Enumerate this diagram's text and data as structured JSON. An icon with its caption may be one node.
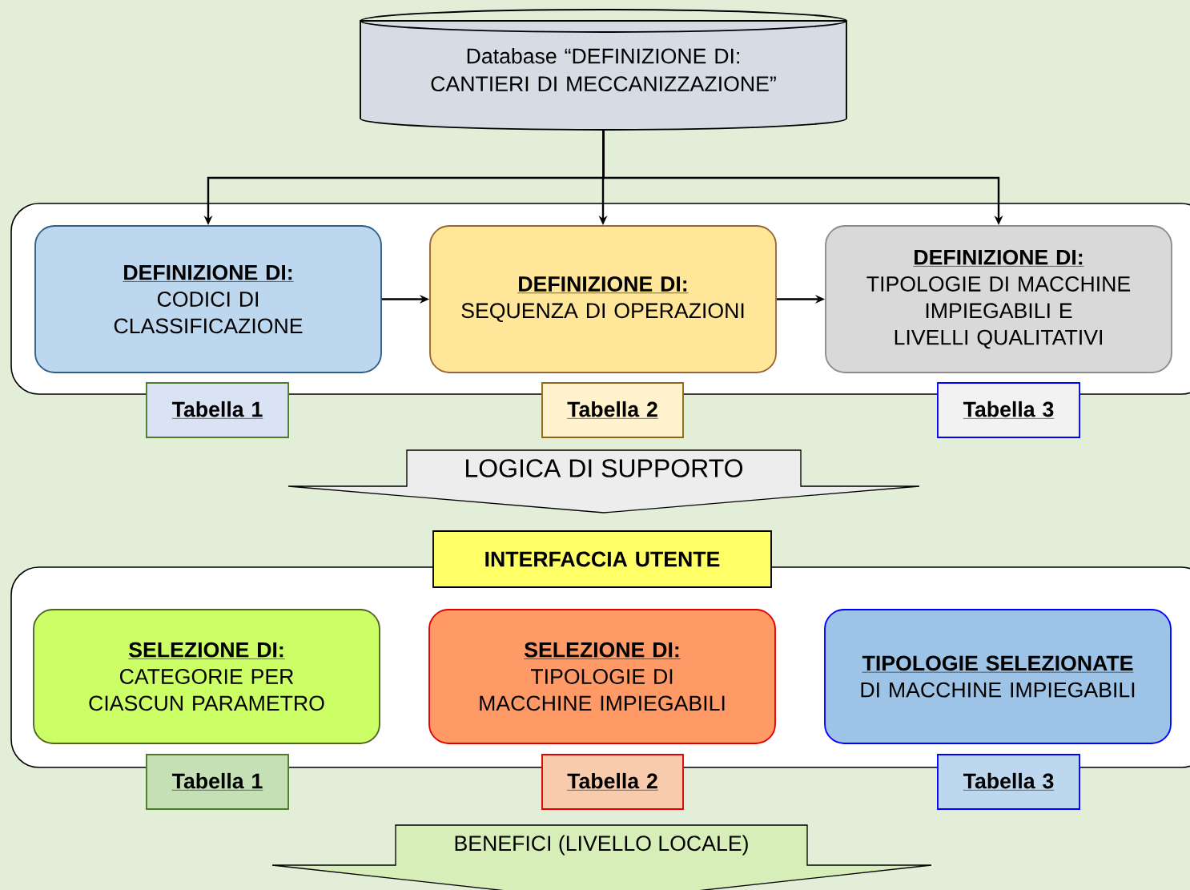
{
  "diagram": {
    "nodes": [
      {
        "text": [
          "Database “DEFINIZIONE DI: CANTIERI DI MECCANIZZAZIONE”"
        ]
      },
      {
        "text": [],
        "shape": "box"
      },
      {
        "text": [
          "DEFINIZIONE DI:",
          "CODICI DI CLASSIFICAZIONE"
        ],
        "in": 1
      },
      {
        "text": [
          "DEFINIZIONE DI:",
          "SEQUENZA DI OPERAZIONI"
        ],
        "in": 1
      },
      {
        "text": [
          "DEFINIZIONE DI:",
          "TIPOLOGIE DI MACCHINE IMPIEGABILI E LIVELLI QUALITATIVI"
        ],
        "in": 1
      },
      {
        "text": [
          "Tabella 1"
        ]
      },
      {
        "text": [
          "Tabella 2"
        ]
      },
      {
        "text": [
          "Tabella 3"
        ]
      },
      {
        "text": [
          "LOGICA DI SUPPORTO"
        ]
      },
      {
        "text": [
          "INTERFACCIA UTENTE"
        ]
      },
      {
        "text": [],
        "shape": "box"
      },
      {
        "text": [
          "SELEZIONE DI:",
          "CATEGORIE PER CIASCUN PARAMETRO"
        ],
        "in": 10
      },
      {
        "text": [
          "SELEZIONE DI:",
          "TIPOLOGIE DI MACCHINE IMPIEGABILI"
        ],
        "in": 10
      },
      {
        "text": [
          "TIPOLOGIE SELEZIONATE",
          "DI MACCHINE IMPIEGABILI"
        ],
        "in": 10
      },
      {
        "text": [
          "Tabella 1"
        ]
      },
      {
        "text": [
          "Tabella 2"
        ]
      },
      {
        "text": [
          "Tabella 3"
        ]
      },
      {
        "text": [
          "BENEFICI (LIVELLO LOCALE)"
        ]
      }
    ],
    "edges": [
      {
        "from": 0,
        "to": 2,
        "arrow": "to"
      },
      {
        "from": 0,
        "to": 3,
        "arrow": "to"
      },
      {
        "from": 0,
        "to": 4,
        "arrow": "to"
      },
      {
        "from": 2,
        "to": 3,
        "arrow": "to"
      },
      {
        "from": 3,
        "to": 4,
        "arrow": "to"
      }
    ]
  }
}
